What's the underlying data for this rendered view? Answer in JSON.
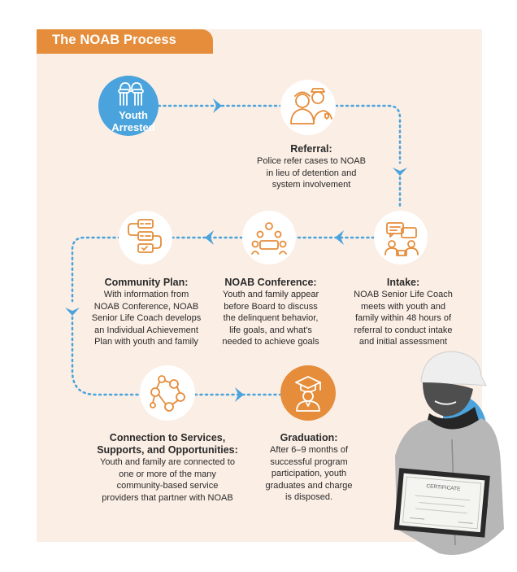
{
  "banner": {
    "title": "The NOAB Process"
  },
  "start": {
    "line1": "Youth",
    "line2": "Arrested"
  },
  "steps": {
    "referral": {
      "title": "Referral:",
      "lines": [
        "Police refer cases to NOAB",
        "in lieu of detention and",
        "system involvement"
      ]
    },
    "intake": {
      "title": "Intake:",
      "lines": [
        "NOAB Senior Life Coach",
        "meets with youth and",
        "family within 48 hours of",
        "referral to conduct intake",
        "and initial assessment"
      ]
    },
    "conference": {
      "title": "NOAB Conference:",
      "lines": [
        "Youth and family appear",
        "before Board to discuss",
        "the delinquent behavior,",
        "life goals, and what's",
        "needed to achieve goals"
      ]
    },
    "community_plan": {
      "title": "Community Plan:",
      "lines": [
        "With information from",
        "NOAB Conference, NOAB",
        "Senior Life Coach develops",
        "an Individual Achievement",
        "Plan with youth and family"
      ]
    },
    "connection": {
      "title_lines": [
        "Connection to Services,",
        "Supports, and Opportunities:"
      ],
      "lines": [
        "Youth and family are connected to",
        "one or more of the many",
        "community-based service",
        "providers that partner with NOAB"
      ]
    },
    "graduation": {
      "title": "Graduation:",
      "lines": [
        "After 6–9 months of",
        "successful program",
        "participation, youth",
        "graduates and charge",
        "is disposed."
      ]
    }
  },
  "certificate": {
    "heading": "CERTIFICATE"
  },
  "colors": {
    "panel": "#fbeee5",
    "banner": "#e58d3a",
    "accent_orange": "#e58d3a",
    "accent_blue": "#4aa3dc",
    "dots": "#4aa3dc"
  },
  "icons": [
    "handcuffed-hands-icon",
    "police-officers-icon",
    "conversation-icon",
    "board-meeting-icon",
    "checklist-plan-icon",
    "network-connections-icon",
    "graduate-icon"
  ]
}
